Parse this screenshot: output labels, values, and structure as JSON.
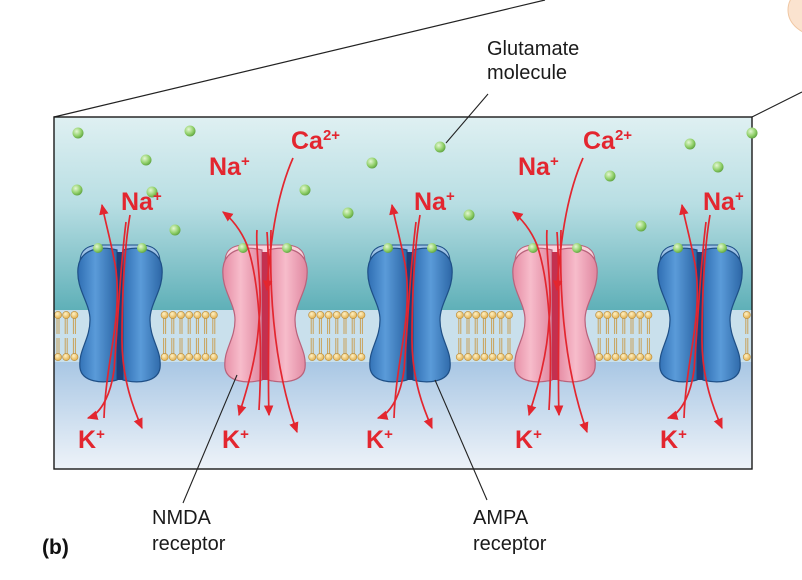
{
  "labels": {
    "glutamate_line1": "Glutamate",
    "glutamate_line2": "molecule",
    "nmda_line1": "NMDA",
    "nmda_line2": "receptor",
    "ampa_line1": "AMPA",
    "ampa_line2": "receptor",
    "panel": "(b)"
  },
  "ions": {
    "na": "Na",
    "ca": "Ca",
    "k": "K",
    "plus": "+",
    "ca_charge": "2+"
  },
  "receptors": [
    "AMPA",
    "NMDA",
    "AMPA",
    "NMDA",
    "AMPA"
  ],
  "colors": {
    "ampa": "#3f80c4",
    "nmda": "#f2a3b8",
    "ion_text": "#e3262f",
    "glutamate": "#8fd06a"
  }
}
